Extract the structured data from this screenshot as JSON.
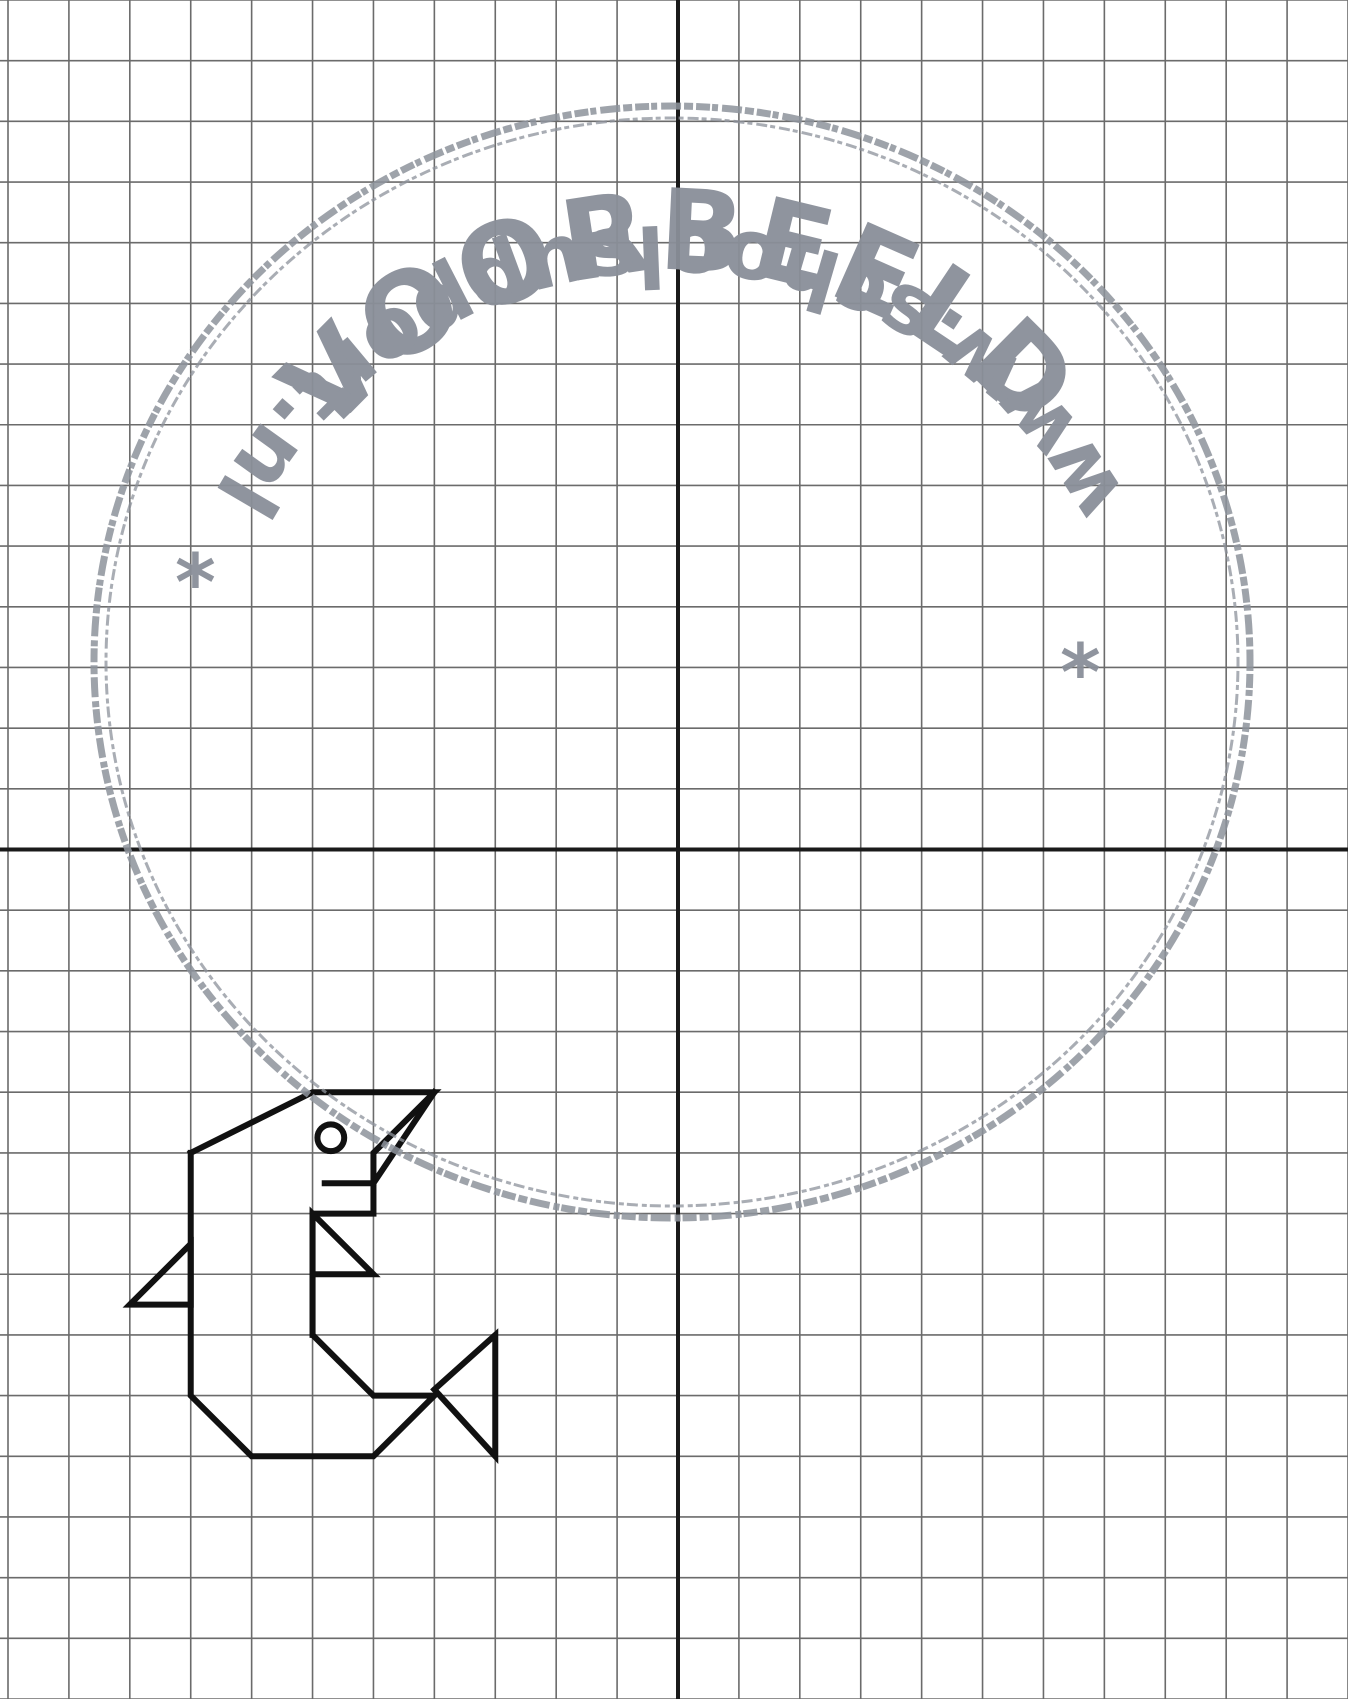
{
  "worksheet": {
    "grid": {
      "columns": 22,
      "rows": 28,
      "line_color": "#6b6b6b",
      "axis_color": "#1a1a1a"
    },
    "axes": {
      "vertical_axis_column": 11,
      "horizontal_axis_row": 14
    },
    "figure": {
      "description_icon": "bird-outline-icon",
      "line_color": "#111111",
      "outline_points": [
        [
          3,
          19
        ],
        [
          5,
          18
        ],
        [
          7,
          18
        ],
        [
          6,
          19
        ],
        [
          6,
          20
        ],
        [
          5,
          20
        ],
        [
          5,
          22
        ],
        [
          6,
          23
        ],
        [
          7,
          23
        ],
        [
          6,
          24
        ],
        [
          4,
          24
        ],
        [
          3,
          23
        ],
        [
          3,
          19
        ]
      ],
      "beak_lines": [
        [
          [
            7,
            18
          ],
          [
            6,
            19.5
          ]
        ],
        [
          [
            6,
            19.5
          ],
          [
            5.2,
            19.5
          ]
        ]
      ],
      "eye": {
        "x": 5.3,
        "y": 18.75,
        "r": 0.22
      },
      "wing_triangle": [
        [
          5,
          20
        ],
        [
          6,
          21
        ],
        [
          5,
          21
        ]
      ],
      "left_tail_triangle": [
        [
          3,
          20.5
        ],
        [
          2,
          21.5
        ],
        [
          3,
          21.5
        ]
      ],
      "right_tail_triangle": [
        [
          7,
          22.9
        ],
        [
          8,
          22
        ],
        [
          8,
          24
        ]
      ],
      "inner_lines": [
        [
          [
            5,
            21
          ],
          [
            5,
            22
          ]
        ]
      ]
    }
  },
  "stamp": {
    "top_text": "VOORBEELD",
    "bottom_text": "www.schoolsupport.nl",
    "star_left": "*",
    "star_right": "*",
    "color": "#8a8f99"
  }
}
